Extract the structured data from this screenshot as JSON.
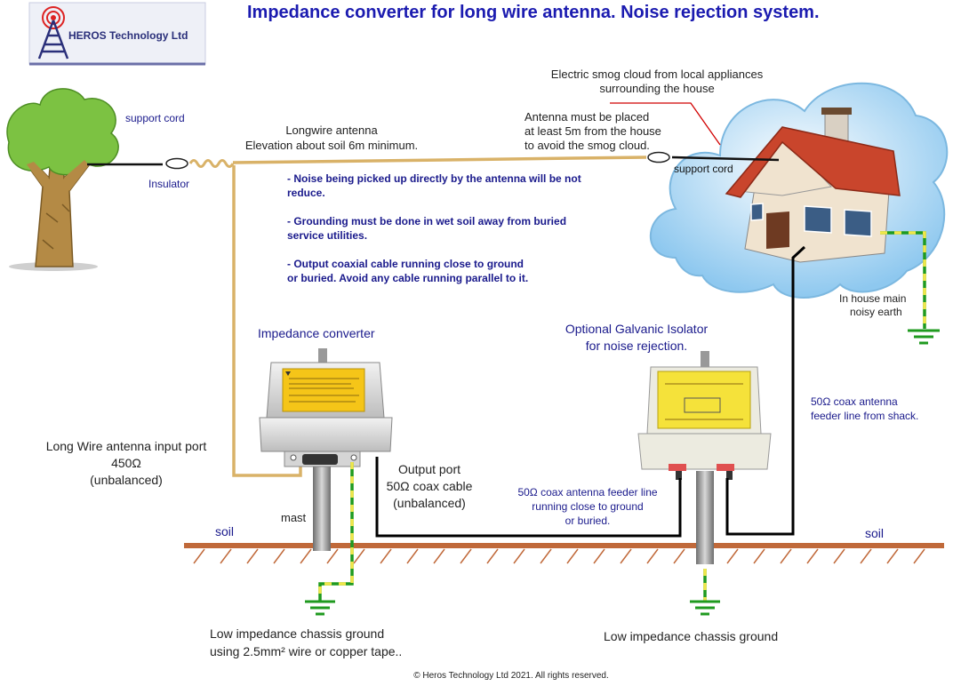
{
  "header": {
    "title": "Impedance converter for long wire antenna. Noise rejection system.",
    "logo_text": "HEROS Technology Ltd"
  },
  "labels": {
    "support_cord_left": "support cord",
    "insulator": "Insulator",
    "longwire_line1": "Longwire antenna",
    "longwire_line2": "Elevation about soil 6m minimum.",
    "smog_line1": "Electric smog cloud from local appliances",
    "smog_line2": "surrounding the house",
    "placement_line1": "Antenna must be placed",
    "placement_line2": "at least 5m from the house",
    "placement_line3": "to avoid the smog cloud.",
    "support_cord_right": "support cord",
    "house_earth_line1": "In house main",
    "house_earth_line2": "noisy earth",
    "impedance_converter": "Impedance converter",
    "isolator_line1": "Optional Galvanic Isolator",
    "isolator_line2": "for noise rejection.",
    "feeder_shack_line1": "50Ω coax antenna",
    "feeder_shack_line2": "feeder line from shack.",
    "input_port_line1": "Long Wire antenna input port",
    "input_port_line2": "450Ω",
    "input_port_line3": "(unbalanced)",
    "output_port_line1": "Output port",
    "output_port_line2": "50Ω coax cable",
    "output_port_line3": "(unbalanced)",
    "feeder_ground_line1": "50Ω coax antenna feeder line",
    "feeder_ground_line2": "running close to ground",
    "feeder_ground_line3": "or buried.",
    "mast": "mast",
    "soil_left": "soil",
    "soil_right": "soil",
    "ground_left_line1": "Low impedance chassis ground",
    "ground_left_line2": "using 2.5mm² wire or copper tape..",
    "ground_right": "Low impedance chassis ground"
  },
  "notes": [
    {
      "line1": "- Noise being picked up directly by the antenna will be not",
      "line2": "reduce."
    },
    {
      "line1": "- Grounding must be done in wet soil away from buried",
      "line2": "service utilities."
    },
    {
      "line1": "- Output coaxial cable running close to ground",
      "line2": "or buried. Avoid any cable running parallel to it."
    }
  ],
  "footer": {
    "copyright": "© Heros Technology Ltd 2021. All rights reserved."
  },
  "colors": {
    "title": "#1b1bb0",
    "blue_text": "#1a1a8c",
    "antenna_wire": "#d9b268",
    "coax": "#000000",
    "ground_green": "#1f9a1f",
    "ground_yellow": "#f0e64a",
    "soil": "#c0693a",
    "red_pointer": "#d10000",
    "label_yellow": "#f5c518"
  }
}
